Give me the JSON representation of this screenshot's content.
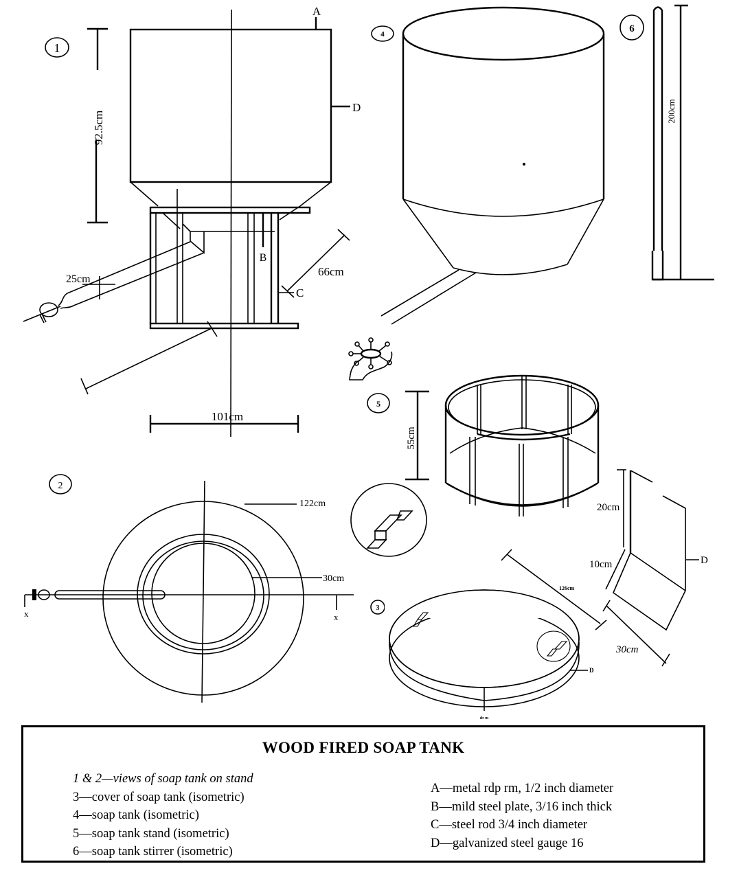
{
  "title": "WOOD FIRED SOAP TANK",
  "views": {
    "view1": {
      "number": "1",
      "height_label": "92.5cm",
      "width_label": "101cm",
      "cone_label": "66cm",
      "pipe_label": "25cm",
      "callouts": [
        "A",
        "B",
        "C",
        "D"
      ]
    },
    "view2": {
      "number": "2",
      "outer_label": "122cm",
      "inner_label": "30cm",
      "section_marks": [
        "x",
        "x"
      ]
    },
    "view3": {
      "number": "3",
      "diameter_label": "126cm",
      "callout": "D",
      "bottom_label": "dr m"
    },
    "view4": {
      "number": "4"
    },
    "view5": {
      "number": "5",
      "height_label": "55cm"
    },
    "view6": {
      "number": "6",
      "length_label": "200cm",
      "blade_height_label": "20cm",
      "blade_depth_label": "10cm",
      "blade_width_label": "30cm",
      "callout": "D"
    }
  },
  "legend": {
    "views": [
      {
        "key": "1 & 2",
        "text": "views of soap tank on stand"
      },
      {
        "key": "3",
        "text": "cover of soap tank (isometric)"
      },
      {
        "key": "4",
        "text": "soap tank (isometric)"
      },
      {
        "key": "5",
        "text": "soap tank stand (isometric)"
      },
      {
        "key": "6",
        "text": "soap tank stirrer (isometric)"
      }
    ],
    "parts": [
      {
        "key": "A",
        "text": "metal rdp rm, 1/2 inch diameter"
      },
      {
        "key": "B",
        "text": "mild steel plate, 3/16 inch thick"
      },
      {
        "key": "C",
        "text": "steel rod 3/4 inch diameter"
      },
      {
        "key": "D",
        "text": "galvanized steel gauge 16"
      }
    ],
    "separator": "—"
  },
  "colors": {
    "ink": "#000000",
    "paper": "#ffffff"
  }
}
